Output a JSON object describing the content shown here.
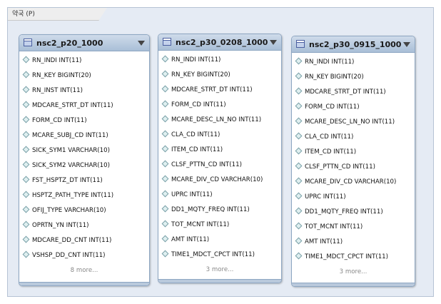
{
  "region": {
    "label": "약국 (P)"
  },
  "tables": [
    {
      "name": "nsc2_p20_1000",
      "columns": [
        "RN_INDI INT(11)",
        "RN_KEY BIGINT(20)",
        "RN_INST INT(11)",
        "MDCARE_STRT_DT INT(11)",
        "FORM_CD INT(11)",
        "MCARE_SUBJ_CD INT(11)",
        "SICK_SYM1 VARCHAR(10)",
        "SICK_SYM2 VARCHAR(10)",
        "FST_HSPTZ_DT INT(11)",
        "HSPTZ_PATH_TYPE INT(11)",
        "OFIJ_TYPE VARCHAR(10)",
        "OPRTN_YN INT(11)",
        "MDCARE_DD_CNT INT(11)",
        "VSHSP_DD_CNT INT(11)"
      ],
      "more": "8 more..."
    },
    {
      "name": "nsc2_p30_0208_1000",
      "columns": [
        "RN_INDI INT(11)",
        "RN_KEY BIGINT(20)",
        "MDCARE_STRT_DT INT(11)",
        "FORM_CD INT(11)",
        "MCARE_DESC_LN_NO INT(11)",
        "CLA_CD INT(11)",
        "ITEM_CD INT(11)",
        "CLSF_PTTN_CD INT(11)",
        "MCARE_DIV_CD VARCHAR(10)",
        "UPRC INT(11)",
        "DD1_MQTY_FREQ INT(11)",
        "TOT_MCNT INT(11)",
        "AMT INT(11)",
        "TIME1_MDCT_CPCT INT(11)"
      ],
      "more": "3 more..."
    },
    {
      "name": "nsc2_p30_0915_1000",
      "columns": [
        "RN_INDI INT(11)",
        "RN_KEY BIGINT(20)",
        "MDCARE_STRT_DT INT(11)",
        "FORM_CD INT(11)",
        "MCARE_DESC_LN_NO INT(11)",
        "CLA_CD INT(11)",
        "ITEM_CD INT(11)",
        "CLSF_PTTN_CD INT(11)",
        "MCARE_DIV_CD VARCHAR(10)",
        "UPRC INT(11)",
        "DD1_MQTY_FREQ INT(11)",
        "TOT_MCNT INT(11)",
        "AMT INT(11)",
        "TIME1_MDCT_CPCT INT(11)"
      ],
      "more": "3 more..."
    }
  ]
}
